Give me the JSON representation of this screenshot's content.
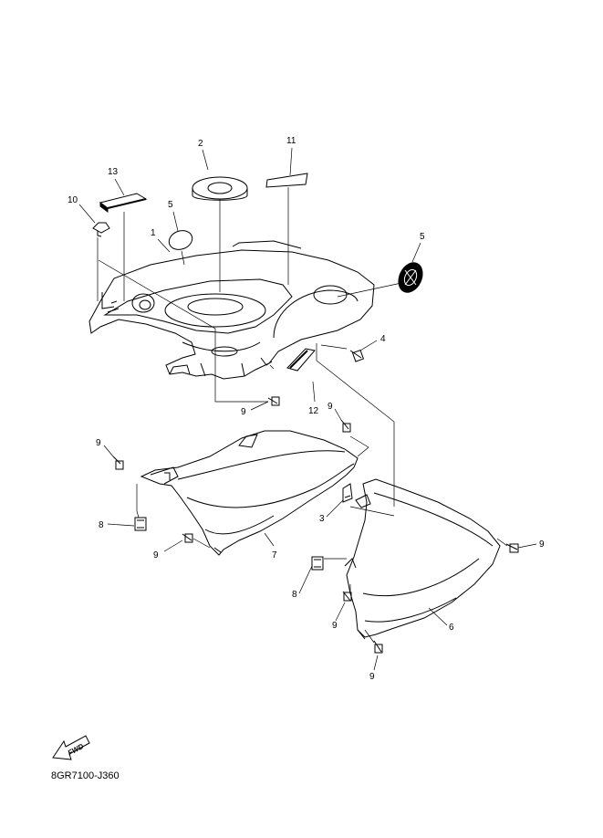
{
  "diagram": {
    "drawing_code": "8GR7100-J360",
    "fwd_label": "FWD",
    "callouts": [
      {
        "id": "c2",
        "label": "2"
      },
      {
        "id": "c11",
        "label": "11"
      },
      {
        "id": "c13",
        "label": "13"
      },
      {
        "id": "c10",
        "label": "10"
      },
      {
        "id": "c5a",
        "label": "5"
      },
      {
        "id": "c1",
        "label": "1"
      },
      {
        "id": "c5b",
        "label": "5"
      },
      {
        "id": "c4",
        "label": "4"
      },
      {
        "id": "c9a",
        "label": "9"
      },
      {
        "id": "c12",
        "label": "12"
      },
      {
        "id": "c9b",
        "label": "9"
      },
      {
        "id": "c9c",
        "label": "9"
      },
      {
        "id": "c8a",
        "label": "8"
      },
      {
        "id": "c9d",
        "label": "9"
      },
      {
        "id": "c7",
        "label": "7"
      },
      {
        "id": "c3",
        "label": "3"
      },
      {
        "id": "c9e",
        "label": "9"
      },
      {
        "id": "c8b",
        "label": "8"
      },
      {
        "id": "c9f",
        "label": "9"
      },
      {
        "id": "c6",
        "label": "6"
      },
      {
        "id": "c9g",
        "label": "9"
      }
    ]
  }
}
